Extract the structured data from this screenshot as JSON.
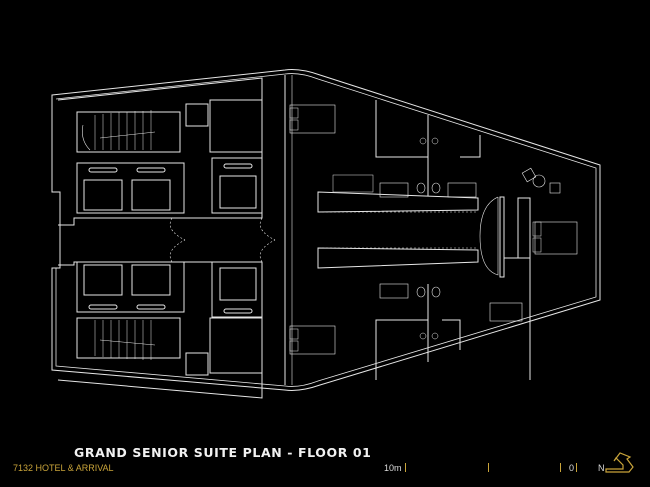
{
  "drawing": {
    "title": "GRAND SENIOR SUITE PLAN - FLOOR 01",
    "project": "7132 HOTEL & ARRIVAL",
    "scale": {
      "label": "10m",
      "zero": "0"
    },
    "north": {
      "label": "N"
    },
    "colors": {
      "background": "#000000",
      "linework": "#e6e6e6",
      "accent": "#c9a43a",
      "title": "#f2f2f2"
    }
  }
}
